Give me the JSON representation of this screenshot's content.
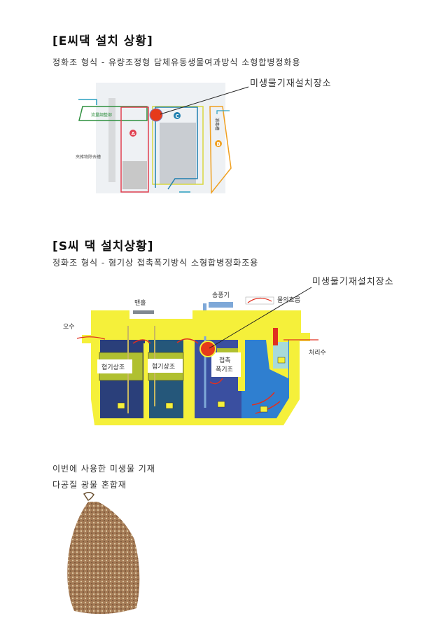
{
  "section1": {
    "title": "[E씨댁 설치 상황]",
    "subtitle": "정화조 형식 - 유량조정형 담체유동생물여과방식 소형합병정화용",
    "callout": "미생물기재설치장소",
    "diagram_labels": {
      "flow_adjust": "流量調整部",
      "debris_tank": "夾雑物除去槽",
      "a": "A",
      "b": "B",
      "c": "C",
      "disinfect": "消毒槽"
    }
  },
  "section2": {
    "title": "[S씨 댁 설치상황]",
    "subtitle": "정화조 형식 - 혐기상 접촉폭기방식 소형합병정화조용",
    "callout": "미생물기재설치장소",
    "diagram_labels": {
      "sewage": "오수",
      "manhole": "맨홀",
      "blower": "송풍기",
      "water_flow": "물의흐름",
      "treated_water": "처리수",
      "anaerobic1": "혐기상조",
      "anaerobic2": "혐기상조",
      "aeration_line1": "접촉",
      "aeration_line2": "폭기조"
    }
  },
  "material": {
    "line1": "이번에 사용한 미생물 기재",
    "line2": "다공질 광물 혼합재"
  },
  "colors": {
    "yellow": "#f5f03a",
    "dark_blue": "#2a3f7a",
    "mid_blue": "#3a4fa0",
    "light_blue": "#2f7fd0",
    "red": "#e03020"
  }
}
